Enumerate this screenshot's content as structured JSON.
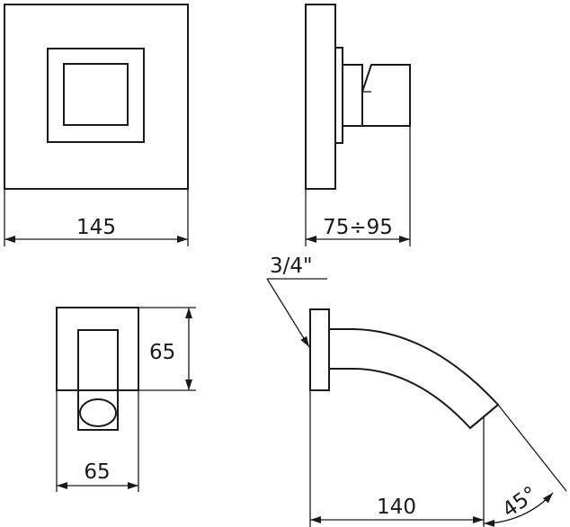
{
  "drawing": {
    "dimensions": {
      "plate_width": "145",
      "depth_range": "75÷95",
      "thread_size": "3/4\"",
      "spout_height": "65",
      "spout_width": "65",
      "spout_length": "140",
      "outlet_angle": "45°"
    },
    "line_color": "#1a1a1a",
    "background": "#ffffff"
  }
}
